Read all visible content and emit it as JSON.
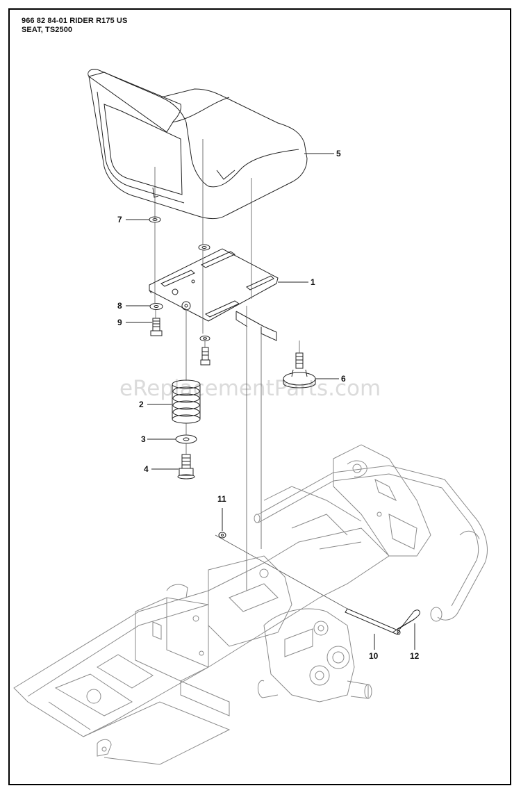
{
  "header": {
    "line1": "966 82 84-01 RIDER R175 US",
    "line2": "SEAT, TS2500"
  },
  "watermark": "eReplacementParts.com",
  "callouts": {
    "c1": "1",
    "c2": "2",
    "c3": "3",
    "c4": "4",
    "c5": "5",
    "c6": "6",
    "c7": "7",
    "c8": "8",
    "c9": "9",
    "c10": "10",
    "c11": "11",
    "c12": "12"
  }
}
